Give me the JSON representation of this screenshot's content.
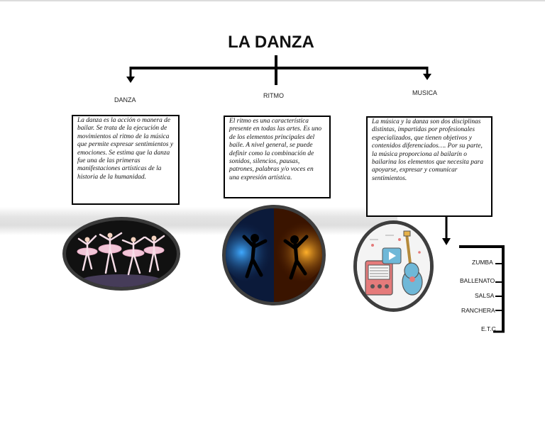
{
  "title": "LA DANZA",
  "branches": {
    "danza": "DANZA",
    "ritmo": "RITMO",
    "musica": "MUSICA"
  },
  "descriptions": {
    "danza": "La danza es la acción o manera de bailar. Se trata de la ejecución de movimientos al ritmo de la música que permite expresar sentimientos y emociones. Se estima que la danza fue una de las primeras manifestaciones artísticas de la historia de la humanidad.",
    "ritmo": "El ritmo es una característica presente en todas las artes. Es uno de los elementos principales del baile. A nivel general, se puede definir como la combinación de sonidos, silencios, pausas, patrones, palabras y/o voces en una expresión artística.",
    "musica": "La música y la danza son dos disciplinas distintas, impartidas por profesionales especializados, que tienen objetivos y contenidos diferenciados…. Por su parte, la música proporciona al bailarín o bailarina los elementos que necesita para apoyarse, expresar y comunicar sentimientos."
  },
  "genres": [
    "ZUMBA",
    "BALLENATO",
    "SALSA",
    "RANCHERA",
    "E.T.C"
  ]
}
